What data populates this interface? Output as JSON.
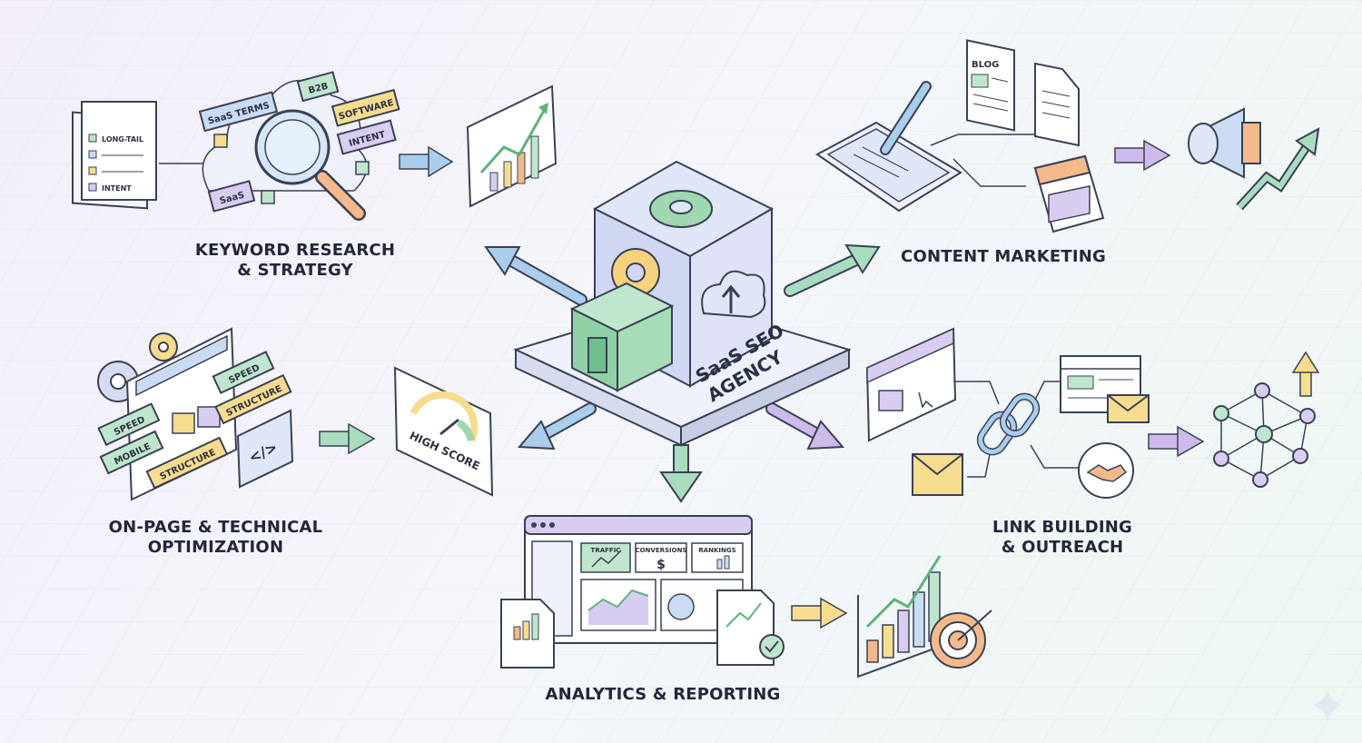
{
  "center": {
    "title_line1": "SaaS SEO",
    "title_line2": "AGENCY"
  },
  "sections": {
    "keyword": {
      "title": "KEYWORD RESEARCH\n& STRATEGY",
      "checklist": [
        "LONG-TAIL",
        "",
        "",
        "INTENT"
      ],
      "tags": [
        "SaaS TERMS",
        "B2B",
        "SOFTWARE",
        "INTENT",
        "SaaS"
      ]
    },
    "content": {
      "title": "CONTENT MARKETING",
      "doc_label": "BLOG"
    },
    "onpage": {
      "title": "ON-PAGE & TECHNICAL\nOPTIMIZATION",
      "tags": [
        "SPEED",
        "MOBILE",
        "STRUCTURE",
        "SPEED",
        "STRUCTURE"
      ],
      "code_label": "</>",
      "score_label": "HIGH SCORE"
    },
    "link": {
      "title": "LINK BUILDING\n& OUTREACH"
    },
    "analytics": {
      "title": "ANALYTICS & REPORTING",
      "kpis": [
        "TRAFFIC",
        "CONVERSIONS",
        "RANKINGS"
      ],
      "currency": "$"
    }
  },
  "colors": {
    "line": "#3a4156",
    "blue": "#c9dcf3",
    "green": "#bfe6cc",
    "purple": "#d8cdf0",
    "yellow": "#f6dc8e",
    "orange": "#f4b98a",
    "arrow_blue": "#a9cdea",
    "arrow_green": "#a9dcbf",
    "arrow_purple": "#cdb9ea"
  }
}
